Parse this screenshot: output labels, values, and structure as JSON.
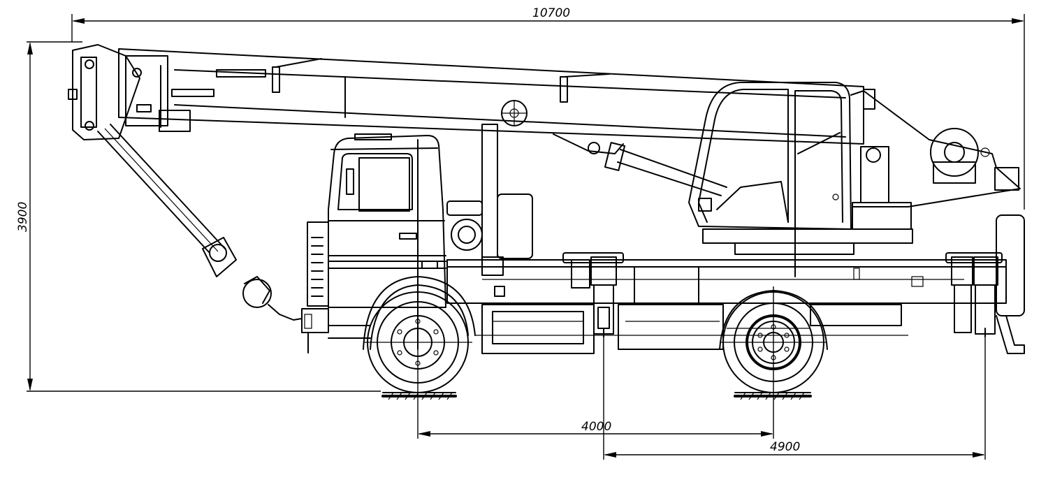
{
  "dimensions": {
    "overall_length": "10700",
    "overall_height": "3900",
    "wheelbase": "4000",
    "outrigger_base": "4900"
  }
}
